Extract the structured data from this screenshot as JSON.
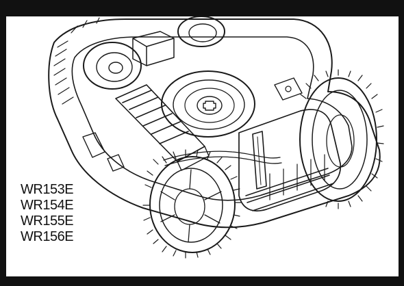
{
  "models": [
    "WR153E",
    "WR154E",
    "WR155E",
    "WR156E"
  ],
  "colors": {
    "frame": "#111111",
    "background": "#ffffff",
    "line": "#1a1a1a",
    "shade": "#d9d9d9"
  }
}
